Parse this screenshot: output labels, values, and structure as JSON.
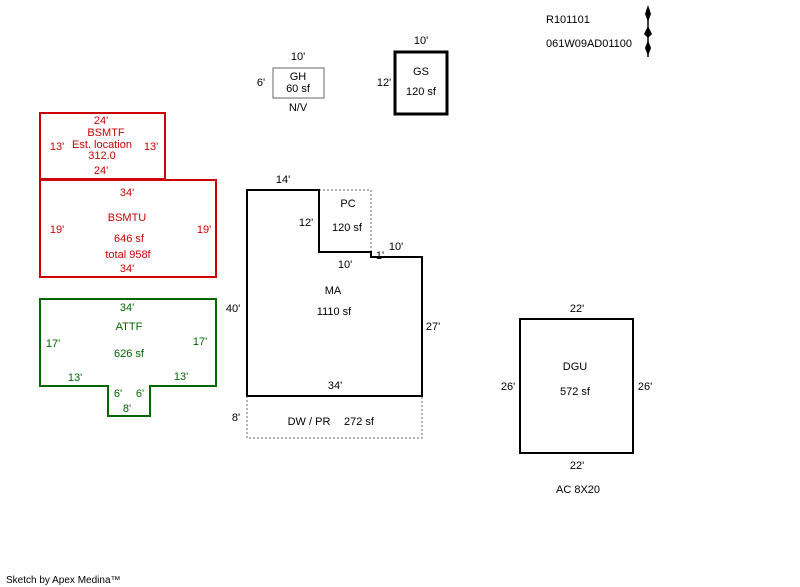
{
  "header": {
    "parcel_id": "R101101",
    "map_number": "061W09AD01100",
    "north_arrow_icon": "north-arrow-icon"
  },
  "colors": {
    "black": "#000000",
    "red": "#cc0000",
    "green": "#006600",
    "dashed_gray": "#666666"
  },
  "gh": {
    "top": "10'",
    "left": "6'",
    "label": "GH",
    "area": "60 sf",
    "note": "N/V"
  },
  "gs": {
    "top": "10'",
    "left": "12'",
    "label": "GS",
    "area": "120 sf"
  },
  "bsmtf": {
    "top": "24'",
    "label": "BSMTF",
    "note": "Est. location",
    "value": "312.0",
    "left": "13'",
    "right": "13'",
    "bottom": "24'"
  },
  "bsmtu": {
    "top": "34'",
    "label": "BSMTU",
    "area": "646 sf",
    "total": "total 958f",
    "left": "19'",
    "right": "19'",
    "bottom": "34'"
  },
  "attf": {
    "top": "34'",
    "label": "ATTF",
    "area": "626 sf",
    "left": "17'",
    "right": "17'",
    "step_left": "13'",
    "step_right": "13'",
    "notch_left": "6'",
    "notch_right": "6'",
    "notch_bottom": "8'"
  },
  "ma": {
    "top": "14'",
    "label": "MA",
    "area": "1110 sf",
    "left": "40'",
    "notch_side": "12'",
    "notch_bottom": "10'",
    "step": "1'",
    "upper_right": "10'",
    "right": "27'",
    "bottom": "34'"
  },
  "pc": {
    "label": "PC",
    "area": "120 sf"
  },
  "dwpr": {
    "label": "DW / PR",
    "area": "272 sf",
    "left": "8'"
  },
  "dgu": {
    "top": "22'",
    "label": "DGU",
    "area": "572 sf",
    "left": "26'",
    "right": "26'",
    "bottom": "22'",
    "note": "AC  8X20"
  },
  "footer": {
    "credit": "Sketch by Apex Medina™"
  }
}
